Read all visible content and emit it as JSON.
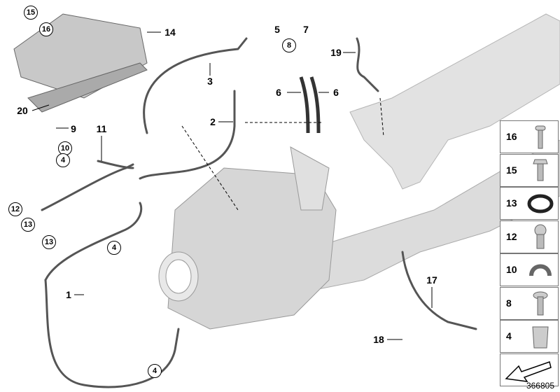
{
  "diagram": {
    "callouts": [
      {
        "id": "c15a",
        "text": "15",
        "circled": true
      },
      {
        "id": "c16a",
        "text": "16",
        "circled": true
      },
      {
        "id": "c14",
        "text": "14",
        "circled": false
      },
      {
        "id": "c20",
        "text": "20",
        "circled": false
      },
      {
        "id": "c9",
        "text": "9",
        "circled": false
      },
      {
        "id": "c10a",
        "text": "10",
        "circled": true
      },
      {
        "id": "c11",
        "text": "11",
        "circled": false
      },
      {
        "id": "c4a",
        "text": "4",
        "circled": true
      },
      {
        "id": "c12a",
        "text": "12",
        "circled": true
      },
      {
        "id": "c13a",
        "text": "13",
        "circled": true
      },
      {
        "id": "c13b",
        "text": "13",
        "circled": true
      },
      {
        "id": "c3",
        "text": "3",
        "circled": false
      },
      {
        "id": "c2",
        "text": "2",
        "circled": false
      },
      {
        "id": "c1",
        "text": "1",
        "circled": false
      },
      {
        "id": "c4b",
        "text": "4",
        "circled": true
      },
      {
        "id": "c4c",
        "text": "4",
        "circled": true
      },
      {
        "id": "c5",
        "text": "5",
        "circled": false
      },
      {
        "id": "c7",
        "text": "7",
        "circled": false
      },
      {
        "id": "c8a",
        "text": "8",
        "circled": true
      },
      {
        "id": "c6a",
        "text": "6",
        "circled": false
      },
      {
        "id": "c6b",
        "text": "6",
        "circled": false
      },
      {
        "id": "c19",
        "text": "19",
        "circled": false
      },
      {
        "id": "c17",
        "text": "17",
        "circled": false
      },
      {
        "id": "c18",
        "text": "18",
        "circled": false
      }
    ],
    "small_parts_panel": [
      "16",
      "15",
      "13",
      "12",
      "10",
      "8",
      "4"
    ],
    "reference_number": "366805",
    "colors": {
      "part_fill": "#d9d9d9",
      "part_stroke": "#9a9a9a",
      "cable": "#555555"
    }
  }
}
